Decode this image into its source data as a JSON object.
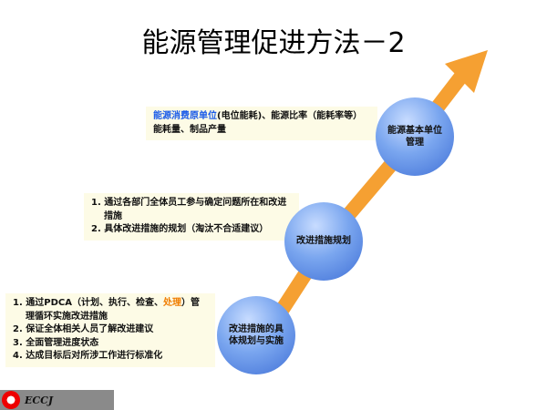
{
  "title": "能源管理促进方法－2",
  "steps": [
    {
      "circle": "能源基本单位管理",
      "lines": [
        {
          "blue": "能源消费原单位",
          "rest": "(电位能耗)、能源比率（能耗率等）"
        },
        {
          "text": "能耗量、制品产量"
        }
      ]
    },
    {
      "circle": "改进措施规划",
      "items": [
        "1. 通过各部门全体员工参与确定问题所在和改进措施",
        "2. 具体改进措施的规划（淘汰不合适建议）"
      ]
    },
    {
      "circle": "改进措施的具体规划与实施",
      "item1_pre": "1. 通过PDCA（计划、执行、检查、",
      "item1_orange": "处理",
      "item1_post": "）管理循环实施改进措施",
      "items": [
        "2. 保证全体相关人员了解改进建议",
        "3. 全面管理进度状态",
        "4. 达成目标后对所涉工作进行标准化"
      ]
    }
  ],
  "logo": "ECCJ",
  "colors": {
    "arrow": "#f5a032",
    "circle": "#5b8be0",
    "box": "#fdfbe6"
  }
}
